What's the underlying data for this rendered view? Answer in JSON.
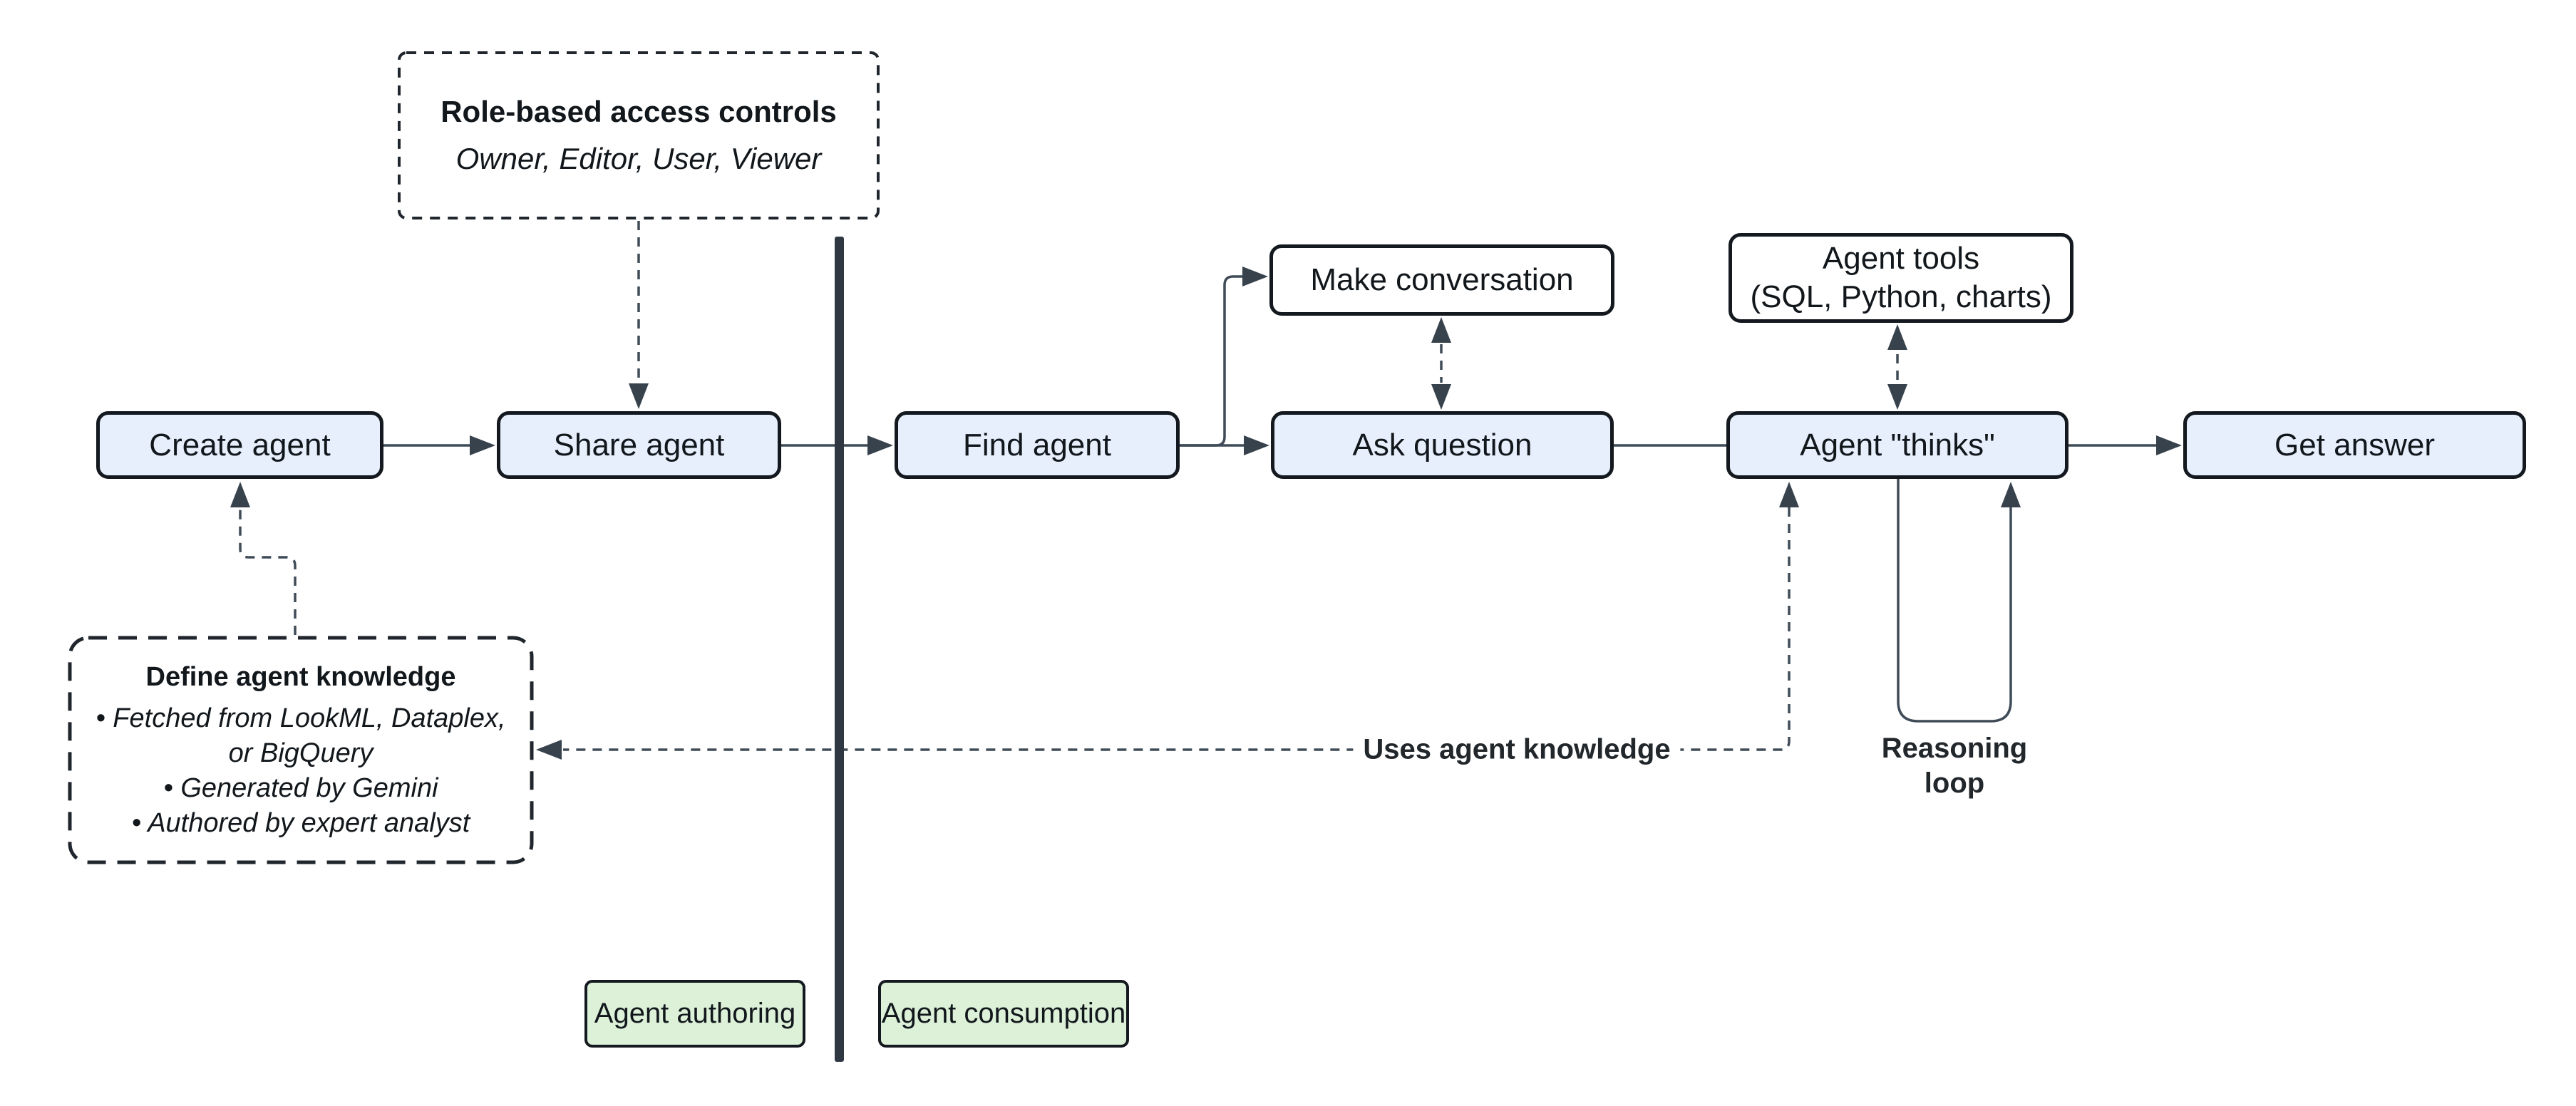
{
  "nodes": {
    "create_agent": "Create agent",
    "share_agent": "Share agent",
    "find_agent": "Find agent",
    "ask_question": "Ask question",
    "agent_thinks": "Agent \"thinks\"",
    "get_answer": "Get answer",
    "make_conversation": "Make conversation",
    "agent_tools_line1": "Agent tools",
    "agent_tools_line2": "(SQL, Python, charts)"
  },
  "callouts": {
    "rbac": {
      "title": "Role-based access controls",
      "subtitle": "Owner, Editor, User, Viewer"
    },
    "knowledge": {
      "title": "Define agent knowledge",
      "bullet1": "• Fetched from LookML, Dataplex,",
      "bullet1_cont": "or BigQuery",
      "bullet2": "• Generated by Gemini",
      "bullet3": "• Authored by expert analyst"
    }
  },
  "edge_labels": {
    "uses_agent_knowledge": "Uses agent knowledge",
    "reasoning_line1": "Reasoning",
    "reasoning_line2": "loop"
  },
  "lanes": {
    "authoring": "Agent authoring",
    "consumption": "Agent consumption"
  },
  "colors": {
    "node_fill_blue": "#e7effc",
    "node_fill_white": "#ffffff",
    "lane_fill_green": "#ddf1d9",
    "box_border": "#14191f",
    "connector": "#3f4b57",
    "arrowhead": "#37424d",
    "divider": "#2e3742",
    "text": "#12171c"
  }
}
